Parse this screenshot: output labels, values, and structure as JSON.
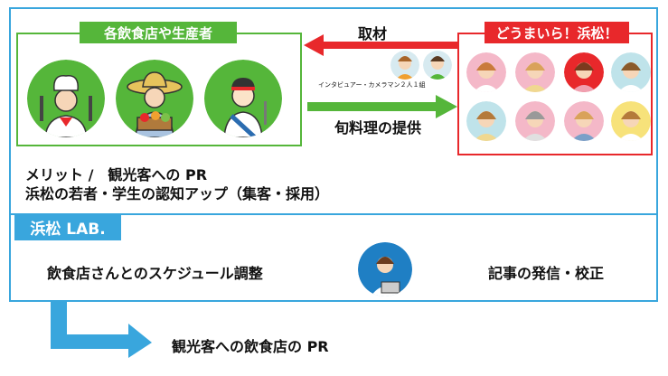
{
  "producers": {
    "label": "各飲食店や生産者",
    "people": [
      "chef",
      "farmer",
      "fishmonger"
    ]
  },
  "group": {
    "label": "どうまいら！浜松！",
    "sub_label": "インタビュアー・カメラマン２人１組",
    "members": 8
  },
  "arrows": {
    "top_label": "取材",
    "bottom_label": "旬料理の提供"
  },
  "merit": {
    "line1": "メリット /　観光客への PR",
    "line2": "浜松の若者・学生の認知アップ（集客・採用）"
  },
  "lab": {
    "label": "浜松 LAB.",
    "left_text": "飲食店さんとのスケジュール調整",
    "right_text": "記事の発信・校正"
  },
  "outcome": {
    "label": "観光客への飲食店の PR"
  },
  "colors": {
    "green": "#55b63a",
    "red": "#e8282b",
    "blue": "#39a6dd"
  }
}
